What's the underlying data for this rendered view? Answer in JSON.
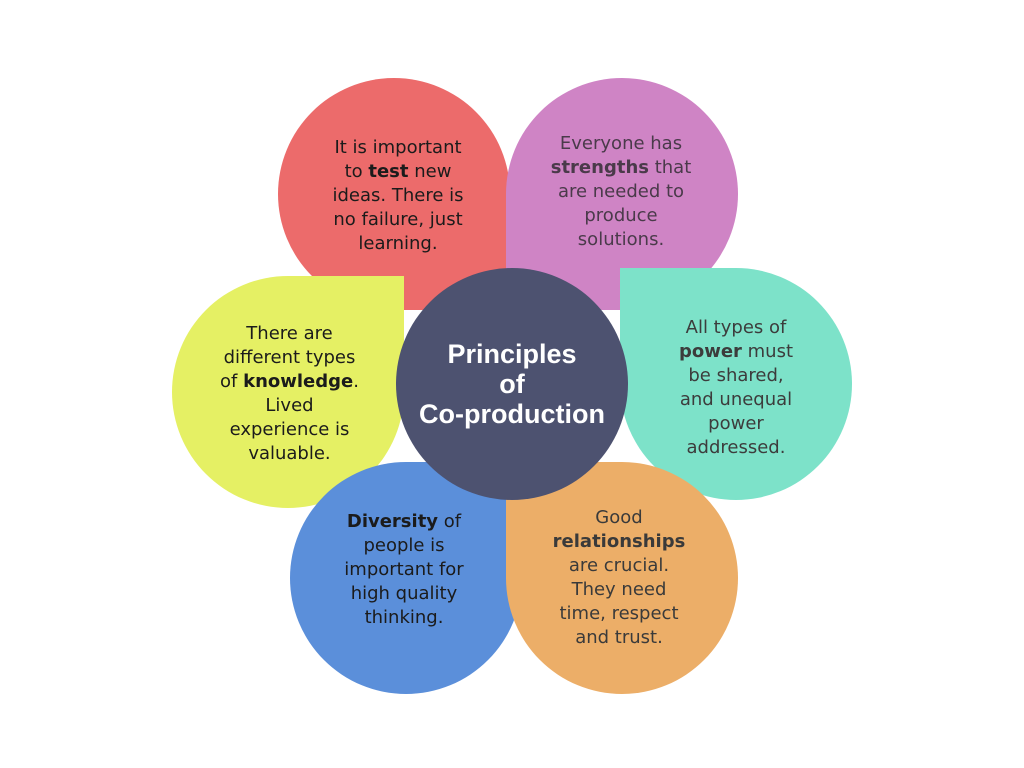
{
  "center": {
    "title": "Principles\nof\nCo-production"
  },
  "petals": {
    "red": {
      "color": "#ec6b6b",
      "segments": [
        {
          "text": "It is important\nto "
        },
        {
          "text": "test",
          "bold": true
        },
        {
          "text": " new\nideas. There is\nno failure, just\nlearning."
        }
      ]
    },
    "purple": {
      "color": "#cf84c5",
      "segments": [
        {
          "text": "Everyone has\n"
        },
        {
          "text": "strengths",
          "bold": true
        },
        {
          "text": " that\nare needed to\nproduce\nsolutions."
        }
      ]
    },
    "yellow": {
      "color": "#e5f064",
      "segments": [
        {
          "text": "There are\ndifferent types\nof "
        },
        {
          "text": "knowledge",
          "bold": true
        },
        {
          "text": ".\nLived\nexperience is\nvaluable."
        }
      ]
    },
    "teal": {
      "color": "#7de2c9",
      "segments": [
        {
          "text": "All types of\n"
        },
        {
          "text": "power",
          "bold": true
        },
        {
          "text": " must\nbe shared,\nand unequal\npower\naddressed."
        }
      ]
    },
    "blue": {
      "color": "#5b8fda",
      "segments": [
        {
          "text": "Diversity",
          "bold": true
        },
        {
          "text": " of\npeople is\nimportant for\nhigh quality\nthinking."
        }
      ]
    },
    "orange": {
      "color": "#ecae68",
      "segments": [
        {
          "text": "Good\n"
        },
        {
          "text": "relationships",
          "bold": true
        },
        {
          "text": "\nare crucial.\nThey need\ntime, respect\nand trust."
        }
      ]
    }
  }
}
